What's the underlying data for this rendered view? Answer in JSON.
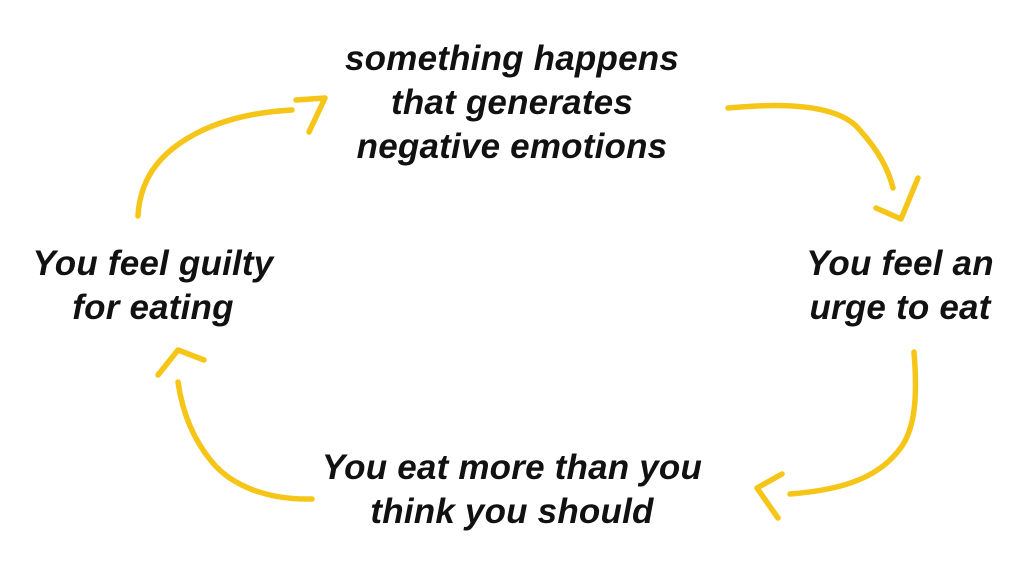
{
  "diagram": {
    "arrow_color": "#F5C518",
    "text_color": "#111111",
    "nodes": {
      "top": {
        "lines": [
          "something happens",
          "that generates",
          "negative emotions"
        ]
      },
      "right": {
        "lines": [
          "You feel an",
          "urge to eat"
        ]
      },
      "bottom": {
        "lines": [
          "You eat more than you",
          "think you should"
        ]
      },
      "left": {
        "lines": [
          "You feel guilty",
          "for eating"
        ]
      }
    },
    "arrows": [
      {
        "from": "top",
        "to": "right"
      },
      {
        "from": "right",
        "to": "bottom"
      },
      {
        "from": "bottom",
        "to": "left"
      },
      {
        "from": "left",
        "to": "top"
      }
    ]
  }
}
